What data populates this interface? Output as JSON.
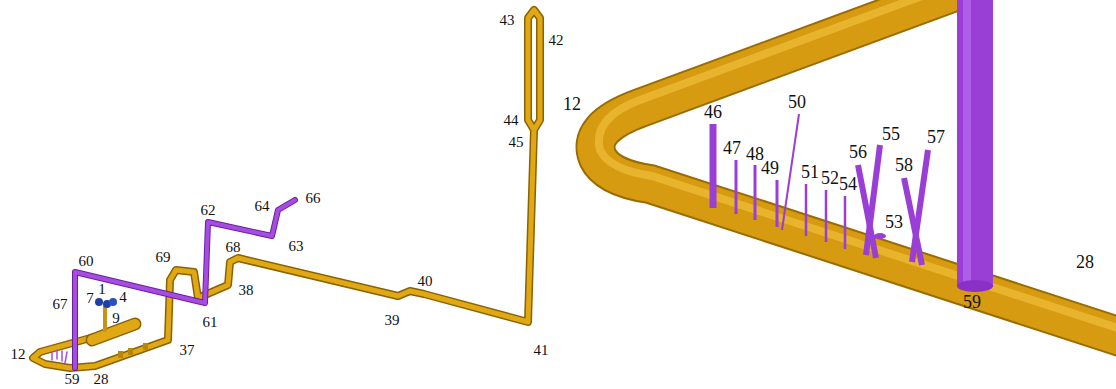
{
  "diagram": {
    "labels": [
      "43",
      "42",
      "44",
      "45",
      "41",
      "40",
      "39",
      "62",
      "64",
      "66",
      "63",
      "68",
      "69",
      "38",
      "60",
      "67",
      "7",
      "1",
      "4",
      "9",
      "61",
      "37",
      "12",
      "59",
      "28",
      "12",
      "46",
      "50",
      "47",
      "48",
      "49",
      "51",
      "52",
      "54",
      "56",
      "55",
      "57",
      "58",
      "53",
      "59",
      "28"
    ]
  }
}
